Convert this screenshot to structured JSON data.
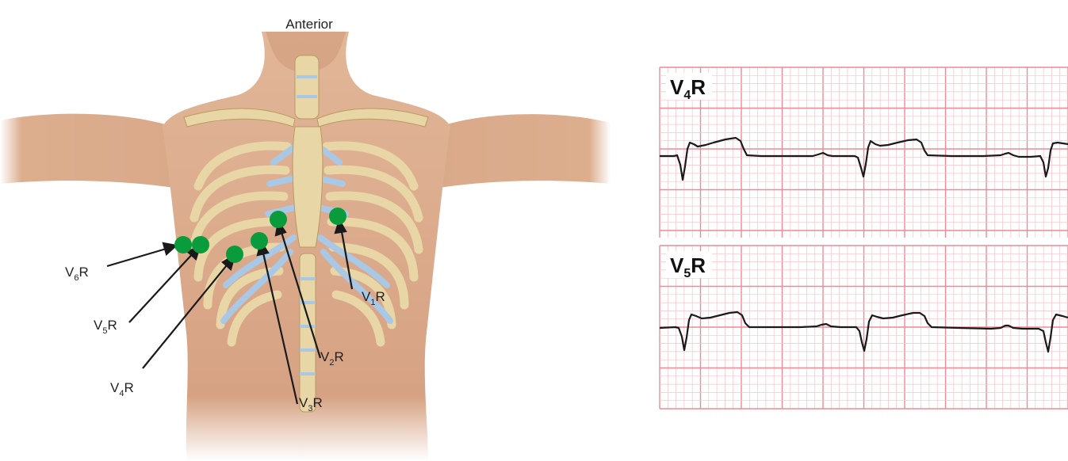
{
  "anatomy": {
    "view_label": "Anterior",
    "electrodes": [
      {
        "id": "v1r",
        "base": "V",
        "sub": "1",
        "suffix": "R"
      },
      {
        "id": "v2r",
        "base": "V",
        "sub": "2",
        "suffix": "R"
      },
      {
        "id": "v3r",
        "base": "V",
        "sub": "3",
        "suffix": "R"
      },
      {
        "id": "v4r",
        "base": "V",
        "sub": "4",
        "suffix": "R"
      },
      {
        "id": "v5r",
        "base": "V",
        "sub": "5",
        "suffix": "R"
      },
      {
        "id": "v6r",
        "base": "V",
        "sub": "6",
        "suffix": "R"
      }
    ]
  },
  "ecg_strips": [
    {
      "id": "v4r",
      "base": "V",
      "sub": "4",
      "suffix": "R"
    },
    {
      "id": "v5r",
      "base": "V",
      "sub": "5",
      "suffix": "R"
    }
  ],
  "colors": {
    "electrode": "#0a9b3c",
    "grid_major": "#ec8b95",
    "grid_minor": "#f6c3c8",
    "trace": "#1a1a1a",
    "bone": "#e8d6a6",
    "cartilage": "#a9c8e6",
    "skin": "#d9a98a"
  }
}
